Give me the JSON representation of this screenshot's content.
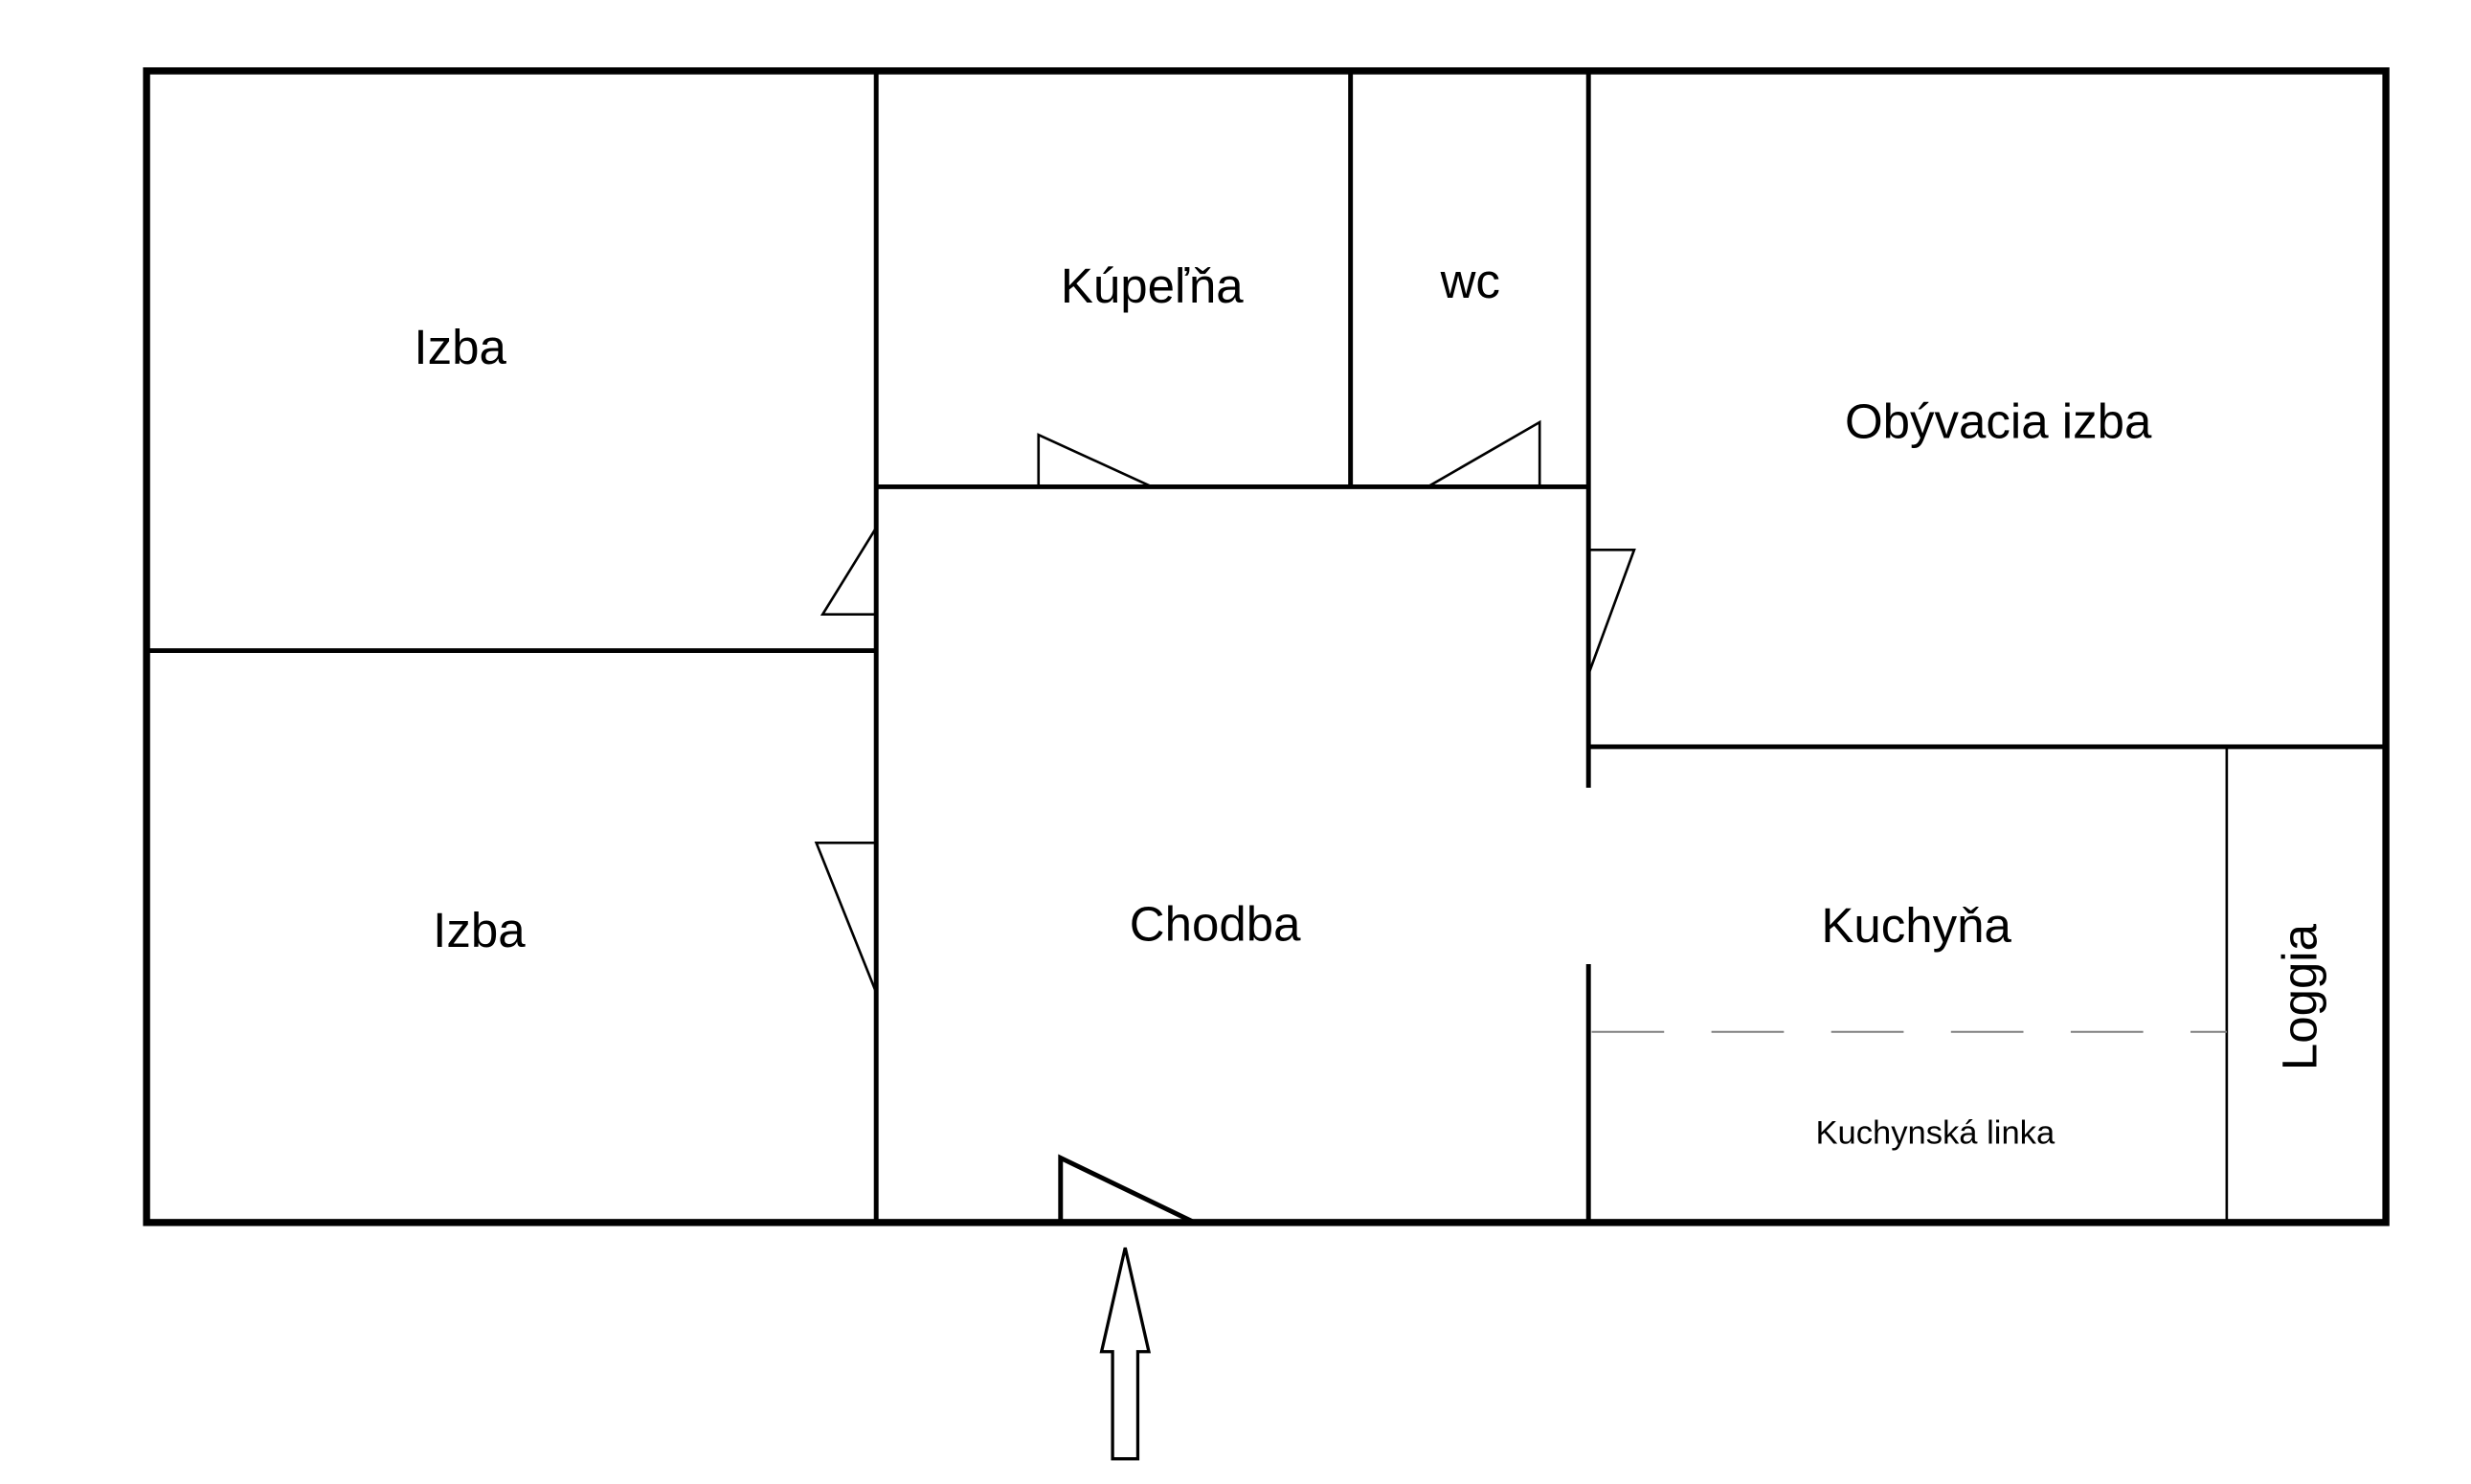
{
  "floorplan": {
    "rooms": {
      "izba_top": "Izba",
      "kupelna": "Kúpeľňa",
      "wc": "wc",
      "obyvacia": "Obývacia izba",
      "izba_bottom": "Izba",
      "chodba": "Chodba",
      "kuchyna": "Kuchyňa",
      "kuchynska_linka": "Kuchynská linka",
      "loggia": "Loggia"
    },
    "colors": {
      "lines": "#000000",
      "dashed": "#808080",
      "background": "#ffffff"
    }
  }
}
